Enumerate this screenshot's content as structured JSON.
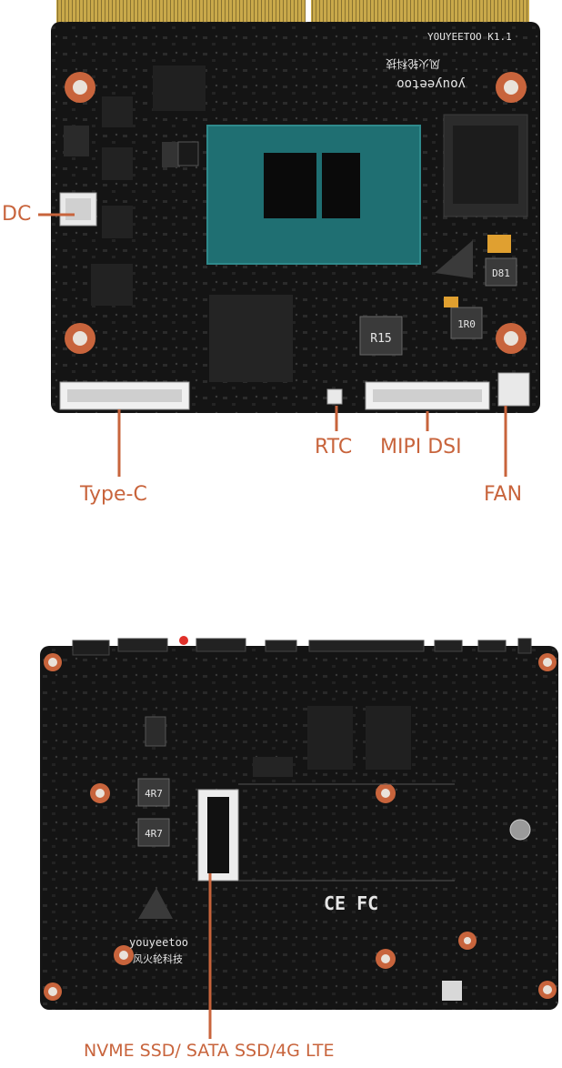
{
  "callouts": {
    "dc": "DC",
    "type_c": "Type-C",
    "rtc": "RTC",
    "mipi_dsi": "MIPI DSI",
    "fan": "FAN",
    "nvme": "NVME SSD/ SATA SSD/4G LTE"
  },
  "top_board": {
    "silkscreen": "YOUYEETOO K1.1",
    "brand_latin": "youyeetoo",
    "brand_cjk": "风火轮科技",
    "inductor_1": "R15",
    "inductor_2": "1R0",
    "inductor_3": "D81"
  },
  "bottom_board": {
    "brand_latin": "youyeetoo",
    "brand_cjk": "风火轮科技",
    "marks": "CE FC",
    "inductor_1": "4R7",
    "inductor_2": "4R7"
  },
  "colors": {
    "callout": "#c8643c",
    "pcb": "#141414",
    "die": "#1d6e70",
    "pad": "#c8643c"
  }
}
